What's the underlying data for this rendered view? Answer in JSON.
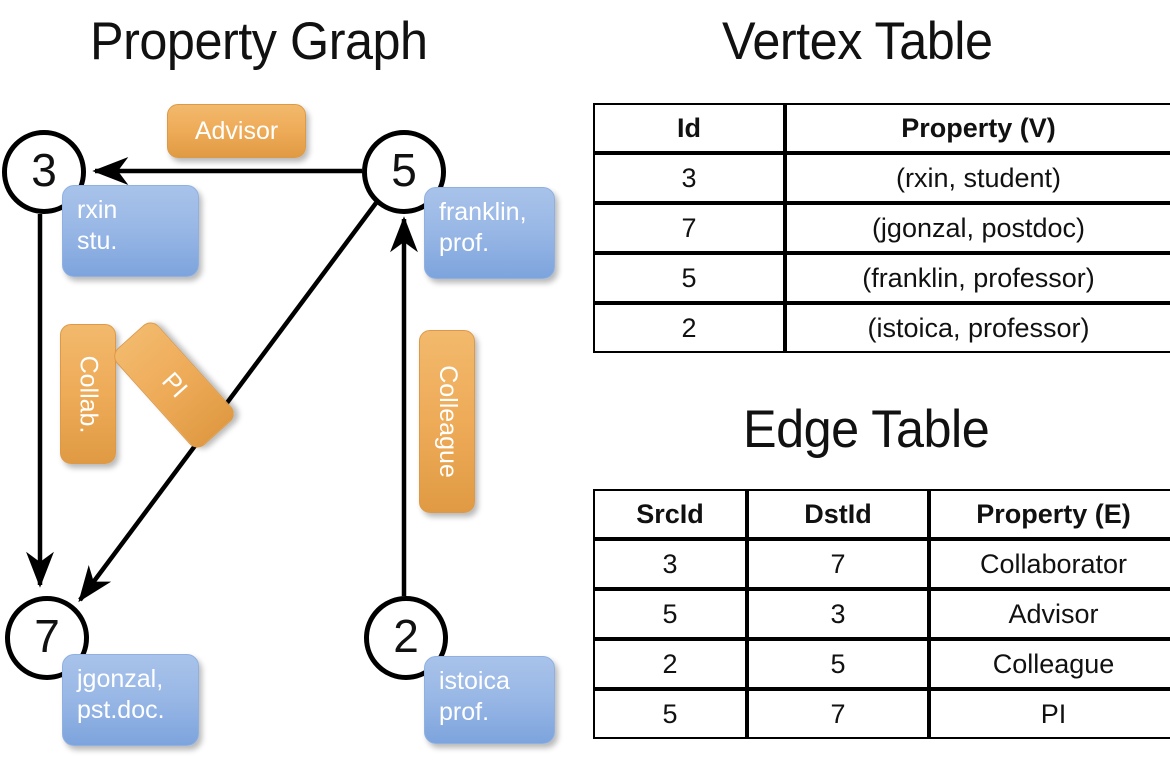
{
  "titles": {
    "property_graph": "Property Graph",
    "vertex_table": "Vertex Table",
    "edge_table": "Edge Table"
  },
  "colors": {
    "vertex_property_fill": "#d6e0f2",
    "edge_property_fill": "#f7ddbf",
    "node_bubble_blue": "#9ab8e6",
    "edge_label_orange": "#eeab58",
    "stroke": "#000000",
    "background": "#ffffff"
  },
  "graph": {
    "nodes": [
      {
        "id": "3",
        "property_line1": "rxin",
        "property_line2": "stu."
      },
      {
        "id": "5",
        "property_line1": "franklin,",
        "property_line2": "prof."
      },
      {
        "id": "7",
        "property_line1": "jgonzal,",
        "property_line2": "pst.doc."
      },
      {
        "id": "2",
        "property_line1": "istoica",
        "property_line2": "prof."
      }
    ],
    "edge_labels": [
      {
        "text": "Advisor",
        "orientation": "horizontal"
      },
      {
        "text": "Collab.",
        "orientation": "vertical"
      },
      {
        "text": "PI",
        "orientation": "diagonal"
      },
      {
        "text": "Colleague",
        "orientation": "vertical"
      }
    ],
    "edges": [
      {
        "src": "5",
        "dst": "3",
        "label": "Advisor"
      },
      {
        "src": "3",
        "dst": "7",
        "label": "Collab."
      },
      {
        "src": "5",
        "dst": "7",
        "label": "PI"
      },
      {
        "src": "2",
        "dst": "5",
        "label": "Colleague"
      }
    ]
  },
  "vertex_table": {
    "headers": [
      "Id",
      "Property (V)"
    ],
    "rows": [
      {
        "id": "3",
        "property": "(rxin, student)"
      },
      {
        "id": "7",
        "property": "(jgonzal, postdoc)"
      },
      {
        "id": "5",
        "property": "(franklin, professor)"
      },
      {
        "id": "2",
        "property": "(istoica, professor)"
      }
    ]
  },
  "edge_table": {
    "headers": [
      "SrcId",
      "DstId",
      "Property (E)"
    ],
    "rows": [
      {
        "src": "3",
        "dst": "7",
        "property": "Collaborator"
      },
      {
        "src": "5",
        "dst": "3",
        "property": "Advisor"
      },
      {
        "src": "2",
        "dst": "5",
        "property": "Colleague"
      },
      {
        "src": "5",
        "dst": "7",
        "property": "PI"
      }
    ]
  }
}
